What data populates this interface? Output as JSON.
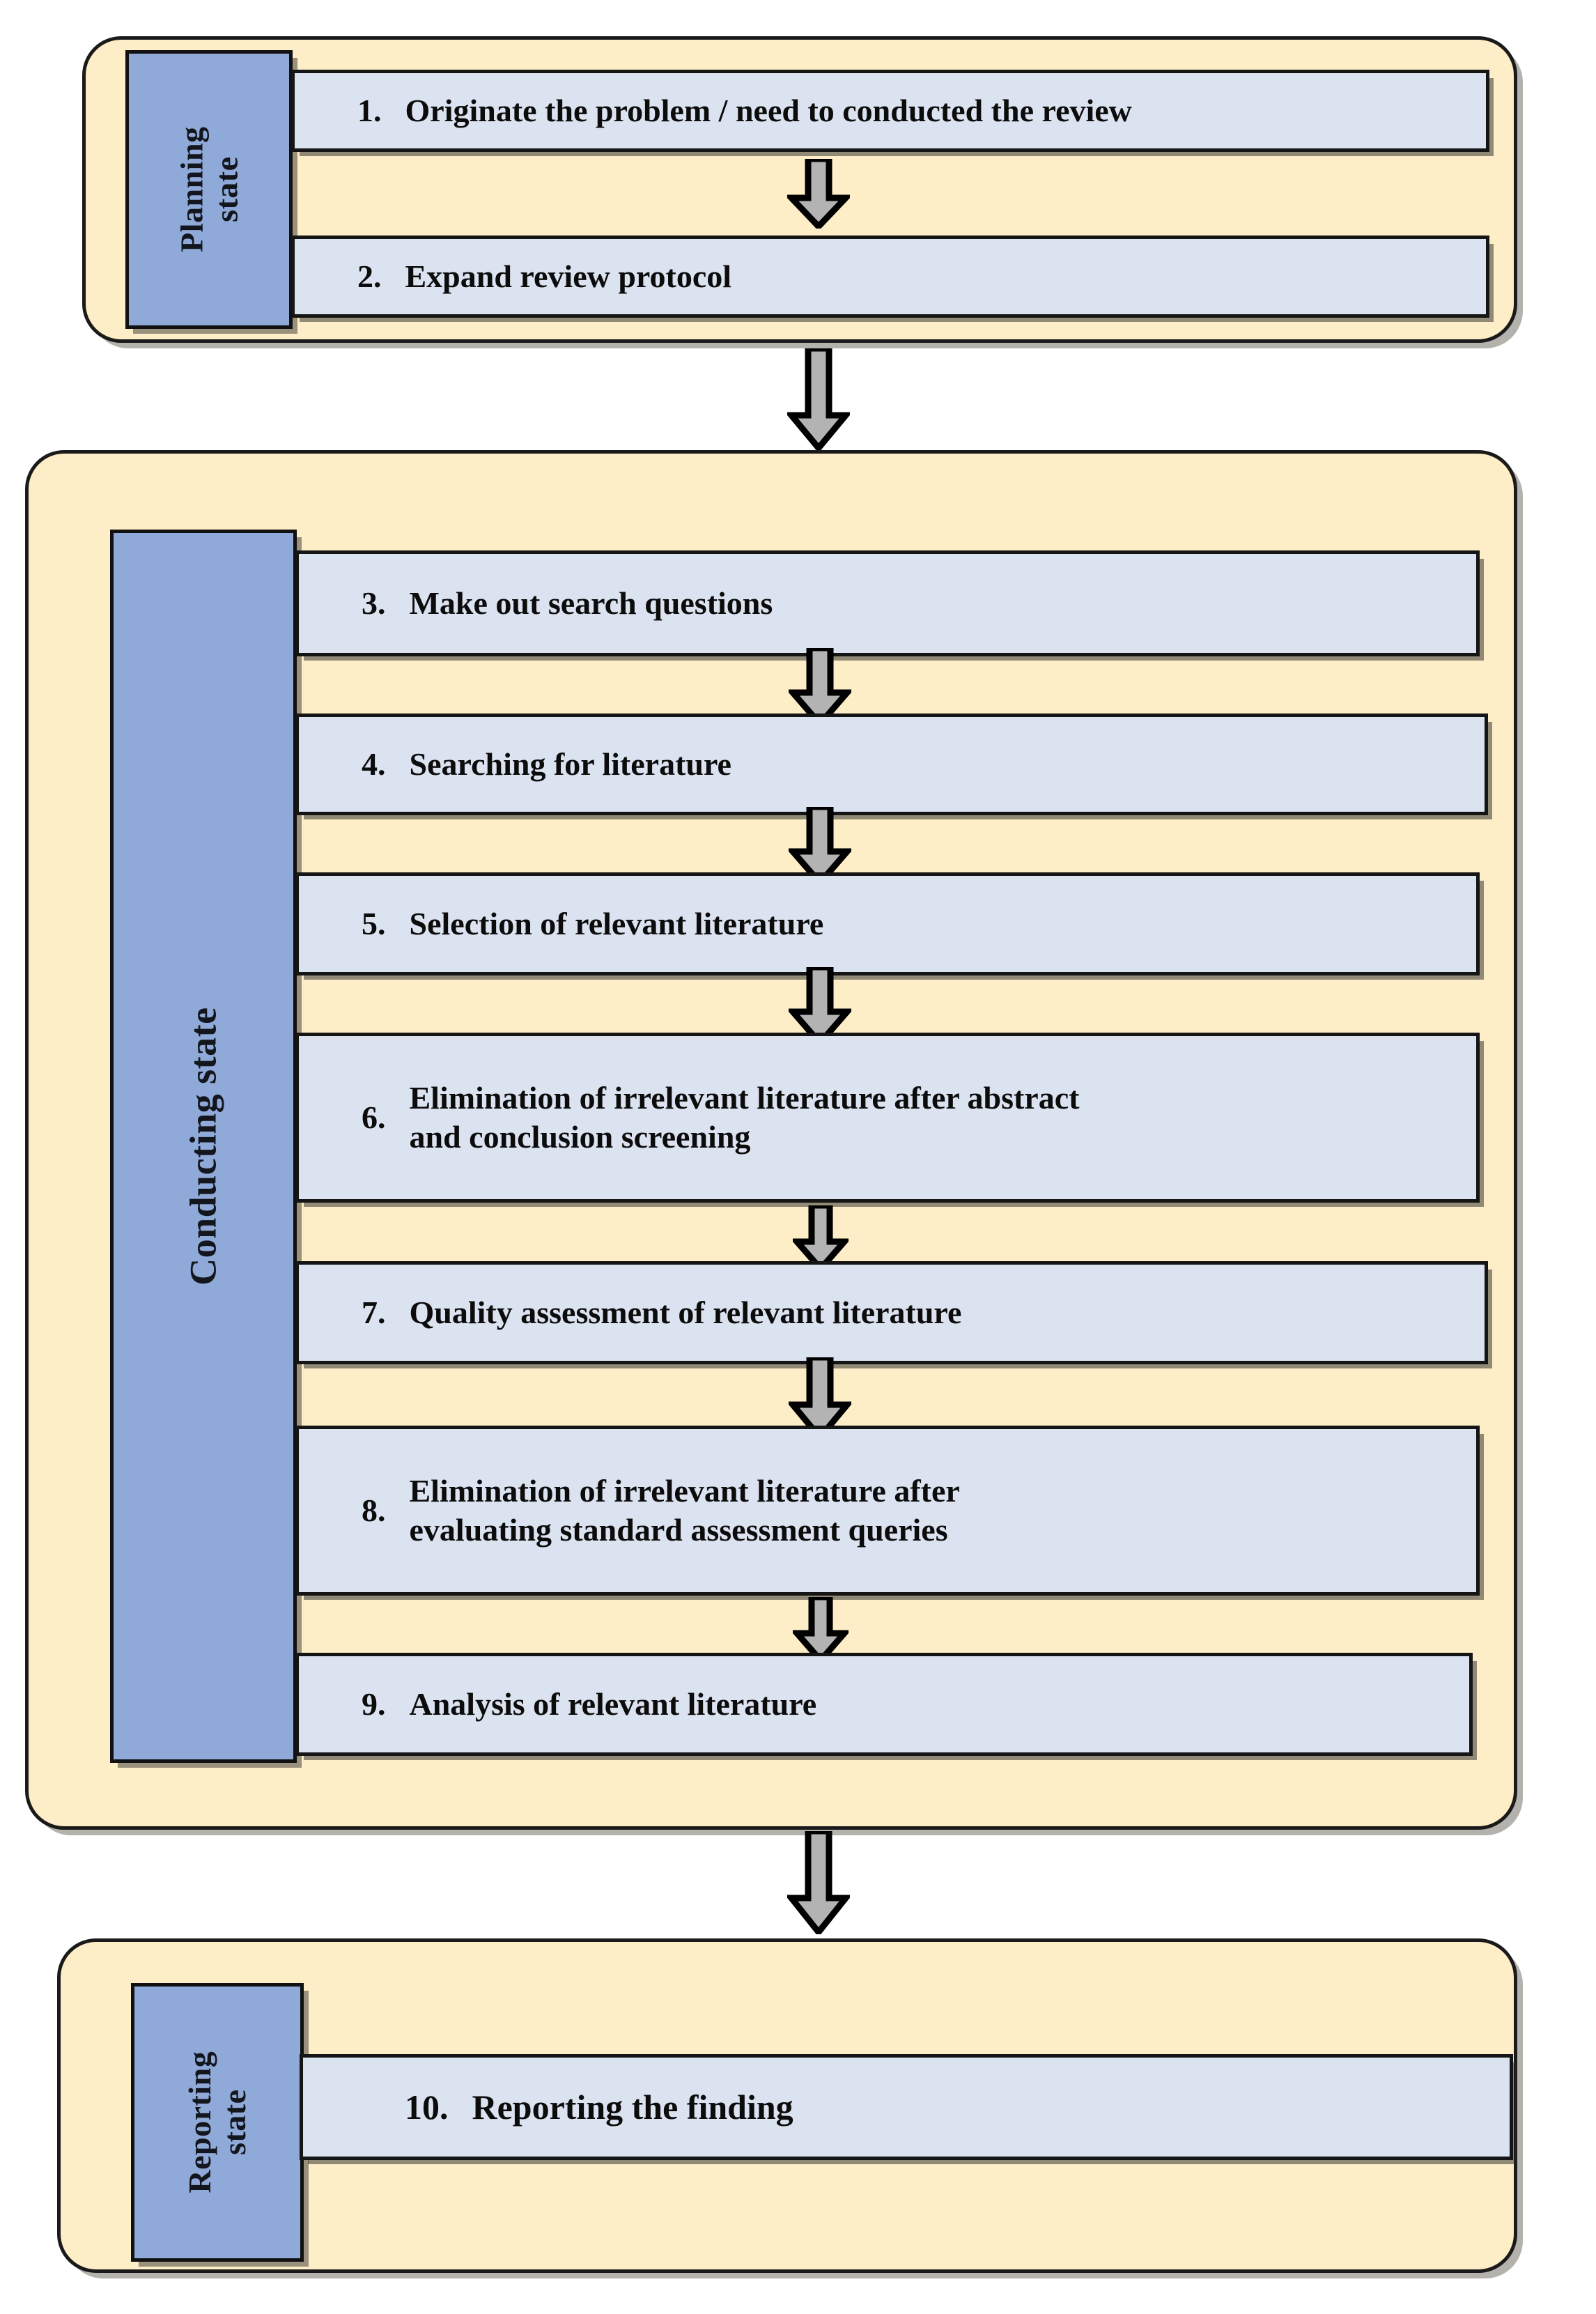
{
  "diagram": {
    "title": "Systematic literature review process flowchart",
    "colors": {
      "panel_background": "#fdeec7",
      "step_background": "#dce3f0",
      "state_tab_background": "#8fa9d8",
      "outline": "#151515",
      "arrow_fill": "#b3b3b3",
      "arrow_outline": "#000000"
    },
    "states": [
      {
        "id": "planning",
        "label": "Planning\nstate",
        "steps": [
          {
            "number": "1.",
            "text": "Originate the problem / need to conducted the review"
          },
          {
            "number": "2.",
            "text": "Expand review protocol"
          }
        ]
      },
      {
        "id": "conducting",
        "label": "Conducting state",
        "steps": [
          {
            "number": "3.",
            "text": "Make out search questions"
          },
          {
            "number": "4.",
            "text": "Searching for literature"
          },
          {
            "number": "5.",
            "text": "Selection of relevant literature"
          },
          {
            "number": "6.",
            "text": "Elimination of irrelevant literature after abstract\nand conclusion screening"
          },
          {
            "number": "7.",
            "text": "Quality assessment of relevant literature"
          },
          {
            "number": "8.",
            "text": "Elimination of irrelevant literature after\nevaluating standard assessment queries"
          },
          {
            "number": "9.",
            "text": "Analysis of relevant literature"
          }
        ]
      },
      {
        "id": "reporting",
        "label": "Reporting\nstate",
        "steps": [
          {
            "number": "10.",
            "text": "Reporting the finding"
          }
        ]
      }
    ],
    "connectors": [
      {
        "id": "arrow-step1-step2",
        "from": "1.",
        "to": "2."
      },
      {
        "id": "arrow-planning-conducting",
        "from": "planning",
        "to": "conducting"
      },
      {
        "id": "arrow-step3-step4",
        "from": "3.",
        "to": "4."
      },
      {
        "id": "arrow-step4-step5",
        "from": "4.",
        "to": "5."
      },
      {
        "id": "arrow-step5-step6",
        "from": "5.",
        "to": "6."
      },
      {
        "id": "arrow-step6-step7",
        "from": "6.",
        "to": "7."
      },
      {
        "id": "arrow-step7-step8",
        "from": "7.",
        "to": "8."
      },
      {
        "id": "arrow-step8-step9",
        "from": "8.",
        "to": "9."
      },
      {
        "id": "arrow-conducting-reporting",
        "from": "conducting",
        "to": "reporting"
      }
    ]
  }
}
